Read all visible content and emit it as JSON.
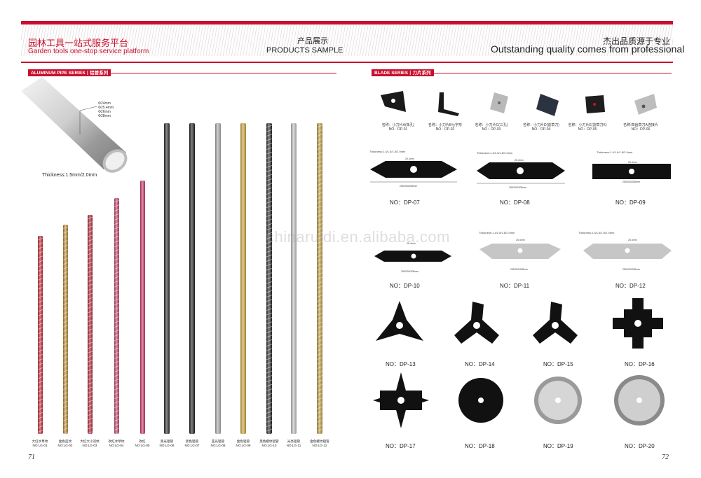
{
  "header": {
    "left_cn": "园林工具一站式服务平台",
    "left_en": "Garden tools one-stop service platform",
    "mid_cn": "产品展示",
    "mid_en": "PRODUCTS SAMPLE",
    "right_cn": "杰出品质源于专业",
    "right_en": "Outstanding quality comes from professional"
  },
  "colors": {
    "accent": "#c8102e"
  },
  "aluminum": {
    "tag": "ALUMINUM PIPE SERIES丨铝管系列",
    "sizes": [
      "Φ24mm",
      "Φ25.4mm",
      "Φ26mm",
      "Φ28mm"
    ],
    "thickness": "Thickness:1.5mm/2.0mm",
    "rods": [
      {
        "name": "大红水草纹",
        "code": "NO:LG-01",
        "color": "#c01f2c"
      },
      {
        "name": "金色蓝纹",
        "code": "NO:LG-02",
        "color": "#b8862b"
      },
      {
        "name": "大红大小双纹",
        "code": "NO:LG-03",
        "color": "#a8182a"
      },
      {
        "name": "玫红水草纹",
        "code": "NO:LG-04",
        "color": "#c23a63"
      },
      {
        "name": "玫红",
        "code": "NO:LG-05",
        "color": "#c8346a"
      },
      {
        "name": "黑光铝管",
        "code": "NO:LG-06",
        "color": "#2a2a2a"
      },
      {
        "name": "黑色铝管",
        "code": "NO:LG-07",
        "color": "#1c1c1c"
      },
      {
        "name": "亚光铝管",
        "code": "NO:LG-08",
        "color": "#a9a9a9"
      },
      {
        "name": "金色铝管",
        "code": "NO:LG-09",
        "color": "#c9a23a"
      },
      {
        "name": "黑色螺纹铝管",
        "code": "NO:LG-10",
        "color": "#232323"
      },
      {
        "name": "光亮铝管",
        "code": "NO:LG-11",
        "color": "#bdbdbd"
      },
      {
        "name": "金色螺纹铝管",
        "code": "NO:LG-12",
        "color": "#b99434"
      }
    ]
  },
  "blades": {
    "tag": "BLADE SERIES丨刀片系列",
    "small": [
      {
        "name": "名称：小刀片A(单孔)",
        "code": "NO：DP-01"
      },
      {
        "name": "名称：小刀片B七字形",
        "code": "NO：DP-02"
      },
      {
        "name": "名称：小刀片C(三孔)",
        "code": "NO：DP-03"
      },
      {
        "name": "名称：小刀片D(割草刀)",
        "code": "NO：DP-04"
      },
      {
        "name": "名称：小刀片E(割草刀K)",
        "code": "NO：DP-05"
      },
      {
        "name": "名称:四齿草刀A连接片",
        "code": "NO：DP-06"
      }
    ],
    "thk_note": "Thickness:1.4/1.6/1.8/2.0mm",
    "dia_note": "25.4mm",
    "len_note": "255/300/305mm",
    "numbers": [
      "NO：DP-07",
      "NO：DP-08",
      "NO：DP-09",
      "NO：DP-10",
      "NO：DP-11",
      "NO：DP-12",
      "NO：DP-13",
      "NO：DP-14",
      "NO：DP-15",
      "NO：DP-16",
      "NO：DP-17",
      "NO：DP-18",
      "NO：DP-19",
      "NO：DP-20"
    ]
  },
  "page_left": "71",
  "page_right": "72",
  "watermark": "chinaruidi.en.alibaba.com"
}
